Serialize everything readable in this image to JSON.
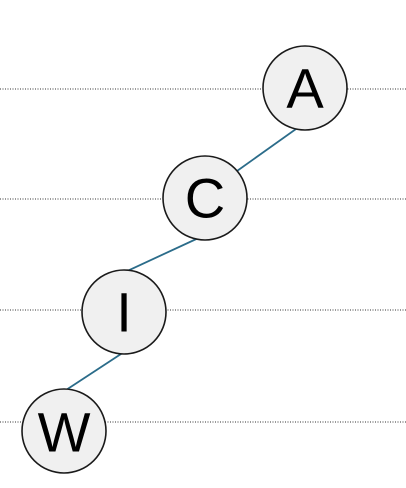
{
  "diagram": {
    "nodes": [
      {
        "id": "A",
        "label": "A"
      },
      {
        "id": "C",
        "label": "C"
      },
      {
        "id": "I",
        "label": "I"
      },
      {
        "id": "W",
        "label": "W"
      }
    ],
    "edges": [
      {
        "from": "A",
        "to": "C"
      },
      {
        "from": "C",
        "to": "I"
      },
      {
        "from": "I",
        "to": "W"
      }
    ],
    "colors": {
      "edge": "#2b6c8a",
      "node_fill": "#f0f0f0",
      "node_stroke": "#1a1a1a",
      "level_line": "#333333"
    }
  }
}
